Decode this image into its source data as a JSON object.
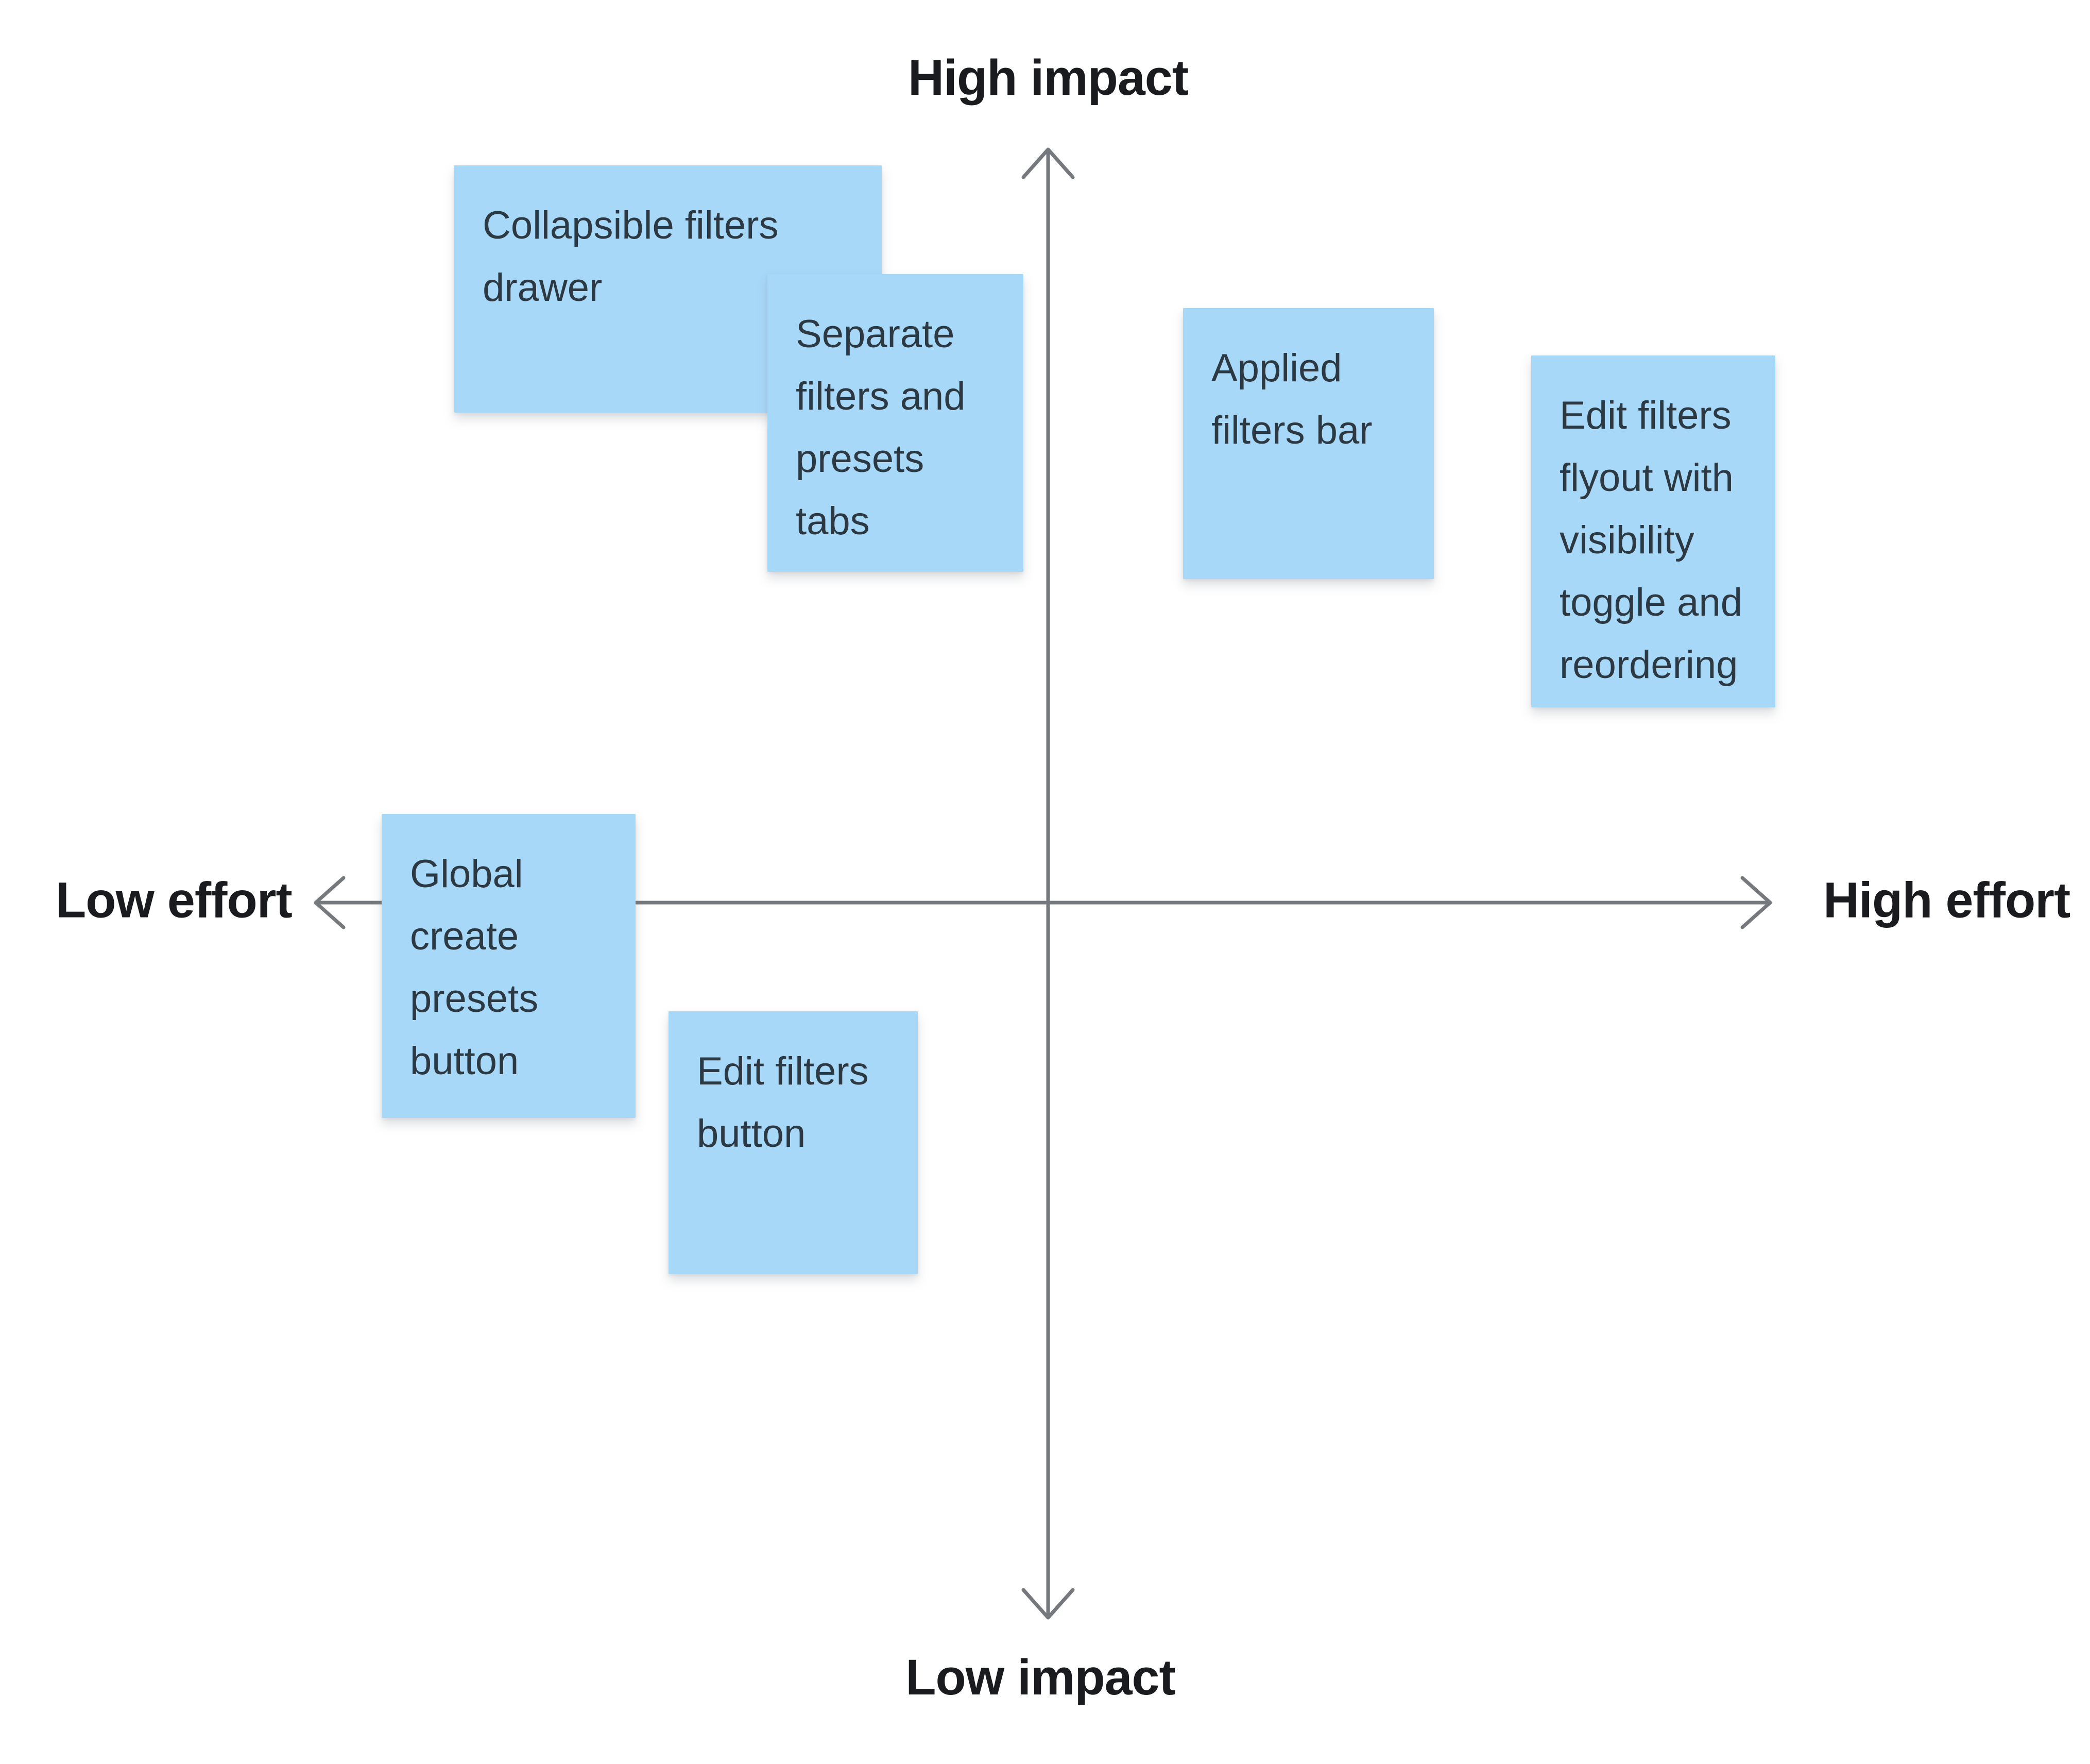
{
  "canvas": {
    "background_color": "#ffffff",
    "type": "impact-effort-matrix"
  },
  "axes": {
    "top_label": "High impact",
    "bottom_label": "Low impact",
    "left_label": "Low effort",
    "right_label": "High effort",
    "line_color": "#75797e",
    "label_color": "#191b1e"
  },
  "note_style": {
    "fill_color": "#a7d8f8",
    "text_color": "#2c3942"
  },
  "notes": [
    {
      "id": "collapsible-filters-drawer",
      "text": "Collapsible filters\ndrawer",
      "impact": "high",
      "effort": "low"
    },
    {
      "id": "separate-filters-and-presets-tabs",
      "text": "Separate\nfilters and\npresets\ntabs",
      "impact": "high",
      "effort": "low"
    },
    {
      "id": "applied-filters-bar",
      "text": "Applied\nfilters bar",
      "impact": "high",
      "effort": "high"
    },
    {
      "id": "edit-filters-flyout",
      "text": "Edit filters\nflyout with\nvisibility\ntoggle and\nreordering",
      "impact": "high",
      "effort": "high"
    },
    {
      "id": "global-create-presets-button",
      "text": "Global\ncreate\npresets\nbutton",
      "impact": "mid",
      "effort": "low"
    },
    {
      "id": "edit-filters-button",
      "text": "Edit filters\nbutton",
      "impact": "low",
      "effort": "low"
    }
  ]
}
